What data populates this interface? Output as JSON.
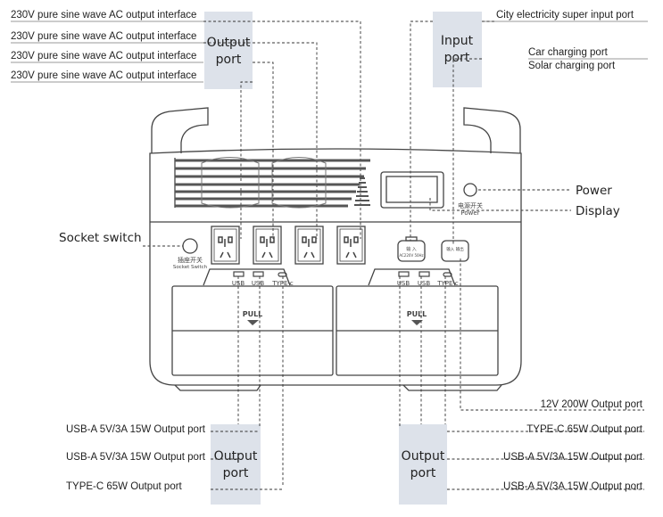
{
  "top_left": {
    "labels": [
      "230V pure sine wave AC output interface",
      "230V pure sine wave AC output interface",
      "230V pure sine wave AC output interface",
      "230V pure sine wave AC output interface"
    ],
    "box": [
      "Output",
      "port"
    ]
  },
  "top_right": {
    "box": [
      "Input",
      "port"
    ],
    "city": "City electricity super input port",
    "car": "Car charging port",
    "solar": "Solar charging port"
  },
  "side": {
    "power": "Power",
    "display": "Display",
    "socket_switch": "Socket switch"
  },
  "device": {
    "power_cn": "电源开关",
    "power_en": "Power",
    "socket_cn": "插座开关",
    "socket_en": "Socket Switch",
    "input_cn": "输 入",
    "input_spec": "AC220V 50Hz",
    "io_cn": "输入 输出",
    "usb": "USB",
    "typec": "TYPE-c",
    "pull": "PULL"
  },
  "bottom_left": {
    "labels": [
      "USB-A 5V/3A 15W Output port",
      "USB-A 5V/3A 15W Output port",
      "TYPE-C   65W Output port"
    ],
    "box": [
      "Output",
      "port"
    ]
  },
  "bottom_right": {
    "labels": [
      "12V 200W  Output port",
      "TYPE-C  65W   Output port",
      "USB-A 5V/3A 15W Output port",
      "USB-A 5V/3A 15W Output port"
    ],
    "box": [
      "Output",
      "port"
    ]
  }
}
